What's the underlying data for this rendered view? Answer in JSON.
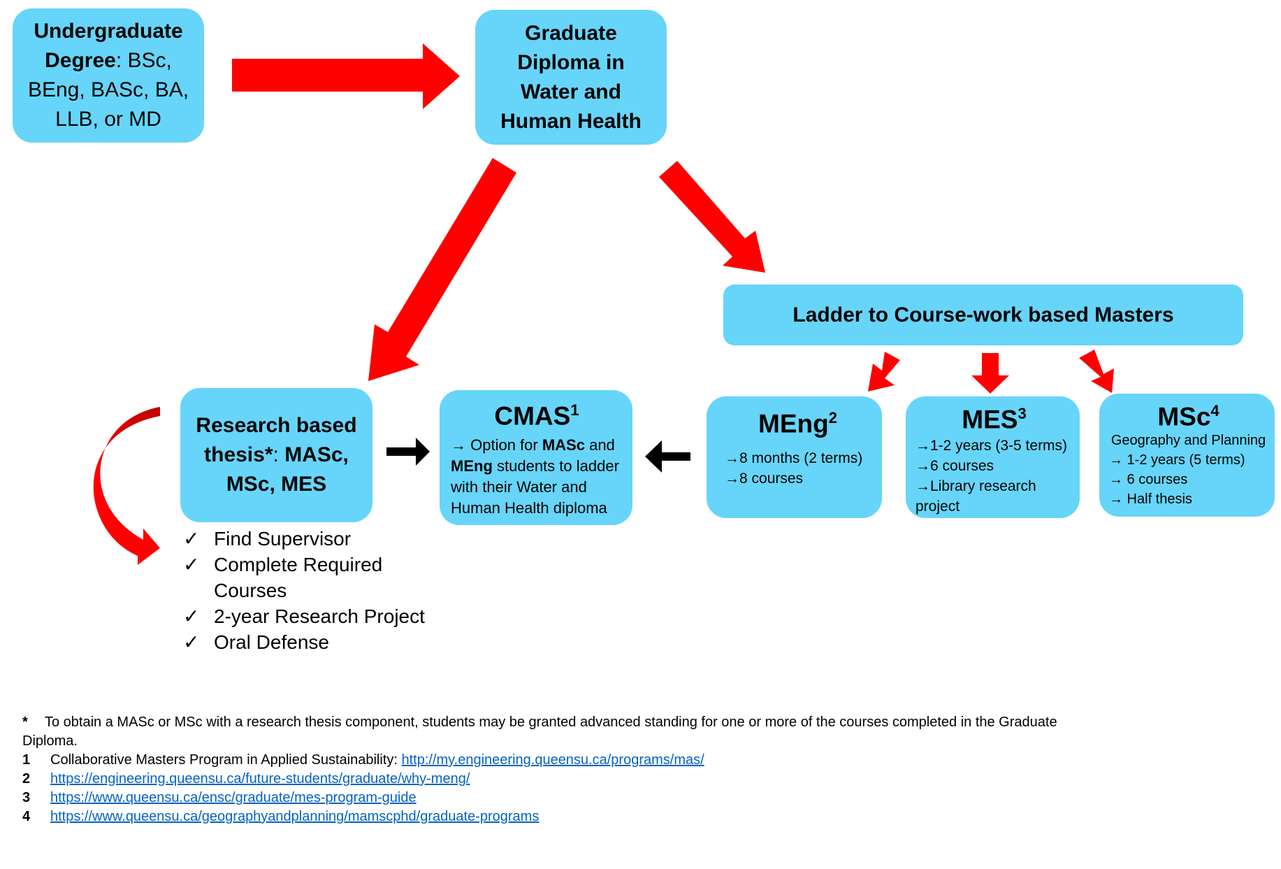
{
  "colors": {
    "box_fill": "#66d5f9",
    "red_arrow": "#ff0000",
    "black_arrow": "#000000",
    "link": "#0563c1"
  },
  "undergrad": {
    "bold": "Undergraduate Degree",
    "rest": ": BSc, BEng, BASc, BA, LLB, or MD"
  },
  "diploma": {
    "title": "Graduate Diploma in Water and Human Health"
  },
  "research": {
    "bold1": "Research based thesis*",
    "colon": ": ",
    "bold2": "MASc, MSc, MES"
  },
  "cmas": {
    "title": "CMAS",
    "sup": "1",
    "arrow": "→",
    "t1": " Option for ",
    "b1": "MASc",
    "t2": " and ",
    "b2": "MEng",
    "t3": " students to ladder with their Water and Human Health diploma"
  },
  "ladder": {
    "title": "Ladder to Course-work based Masters"
  },
  "meng": {
    "title": "MEng",
    "sup": "2",
    "lines": [
      "→8 months (2 terms)",
      "→8 courses"
    ]
  },
  "mes": {
    "title": "MES",
    "sup": "3",
    "lines": [
      "→1-2 years (3-5 terms)",
      "→6 courses",
      "→Library research project"
    ]
  },
  "msc": {
    "title": "MSc",
    "sup": "4",
    "subtitle": "Geography and Planning",
    "lines": [
      "→ 1-2 years (5 terms)",
      "→ 6 courses",
      "→ Half thesis"
    ]
  },
  "checklist": {
    "mark": "✓",
    "items": [
      "Find Supervisor",
      "Complete Required Courses",
      "2-year Research Project",
      "Oral Defense"
    ]
  },
  "footnotes": {
    "star_mark": "*",
    "star_text": "To obtain a MASc or MSc with a research thesis component, students may be granted advanced standing for one or more of the courses completed in the Graduate Diploma.",
    "items": [
      {
        "num": "1",
        "text": "Collaborative Masters Program in Applied Sustainability: ",
        "url": "http://my.engineering.queensu.ca/programs/mas/"
      },
      {
        "num": "2",
        "text": "",
        "url": "https://engineering.queensu.ca/future-students/graduate/why-meng/"
      },
      {
        "num": "3",
        "text": "",
        "url": "https://www.queensu.ca/ensc/graduate/mes-program-guide"
      },
      {
        "num": "4",
        "text": "",
        "url": "https://www.queensu.ca/geographyandplanning/mamscphd/graduate-programs"
      }
    ]
  }
}
